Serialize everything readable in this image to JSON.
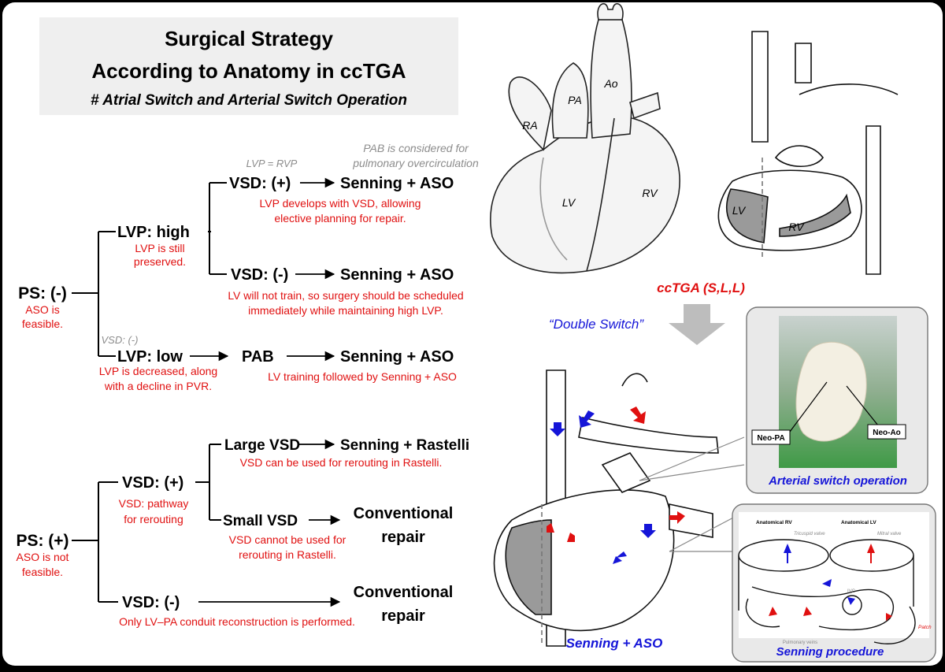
{
  "title": {
    "line1": "Surgical Strategy",
    "line2": "According to Anatomy in ccTGA",
    "subtitle": "# Atrial Switch and Arterial Switch Operation"
  },
  "notes": {
    "pab_line1": "PAB is considered for",
    "pab_line2": "pulmonary overcirculation",
    "lvp_rvp": "LVP = RVP",
    "vsd_neg_small": "VSD: (-)"
  },
  "ps_neg": {
    "label": "PS: (-)",
    "desc1": "ASO is",
    "desc2": "feasible.",
    "lvp_high": {
      "label": "LVP: high",
      "desc1": "LVP is still",
      "desc2": "preserved."
    },
    "lvp_low": {
      "label": "LVP: low",
      "desc1": "LVP is decreased, along",
      "desc2": "with a decline in PVR."
    },
    "vsd_pos": {
      "label": "VSD: (+)",
      "result": "Senning + ASO",
      "desc1": "LVP develops with VSD, allowing",
      "desc2": "elective planning for repair."
    },
    "vsd_neg": {
      "label": "VSD: (-)",
      "result": "Senning + ASO",
      "desc1": "LV will not train, so surgery should be scheduled",
      "desc2": "immediately while maintaining high LVP."
    },
    "pab": {
      "label": "PAB",
      "result": "Senning + ASO",
      "desc": "LV training followed by Senning + ASO"
    }
  },
  "ps_pos": {
    "label": "PS: (+)",
    "desc1": "ASO is not",
    "desc2": "feasible.",
    "vsd_pos": {
      "label": "VSD: (+)",
      "desc1": "VSD: pathway",
      "desc2": "for rerouting"
    },
    "large_vsd": {
      "label": "Large VSD",
      "result": "Senning + Rastelli",
      "desc": "VSD can be used for rerouting in Rastelli."
    },
    "small_vsd": {
      "label": "Small VSD",
      "result1": "Conventional",
      "result2": "repair",
      "desc1": "VSD cannot be used for",
      "desc2": "rerouting in Rastelli."
    },
    "vsd_neg": {
      "label": "VSD: (-)",
      "result1": "Conventional",
      "result2": "repair",
      "desc": "Only LV–PA conduit reconstruction is performed."
    }
  },
  "figures": {
    "heart_labels": {
      "ra": "RA",
      "pa": "PA",
      "ao": "Ao",
      "lv": "LV",
      "rv": "RV"
    },
    "section_labels": {
      "lv": "LV",
      "rv": "RV"
    },
    "cctga_label": "ccTGA (S,L,L)",
    "double_switch": "“Double Switch”",
    "senning_aso": "Senning + ASO",
    "photo": {
      "neo_pa": "Neo-PA",
      "neo_ao": "Neo-Ao",
      "caption": "Arterial switch operation"
    },
    "senning": {
      "anat_rv": "Anatomical RV",
      "anat_lv": "Anatomical LV",
      "tricuspid": "Tricuspid valve",
      "mitral": "Mitral valve",
      "pulm_veins": "Pulmonary veins",
      "patch": "Patch",
      "ivc": "IVC",
      "caption": "Senning procedure"
    }
  },
  "colors": {
    "red": "#e01010",
    "blue": "#1515d8",
    "gray_note": "#8c8c8c",
    "title_bg": "#efefef"
  }
}
